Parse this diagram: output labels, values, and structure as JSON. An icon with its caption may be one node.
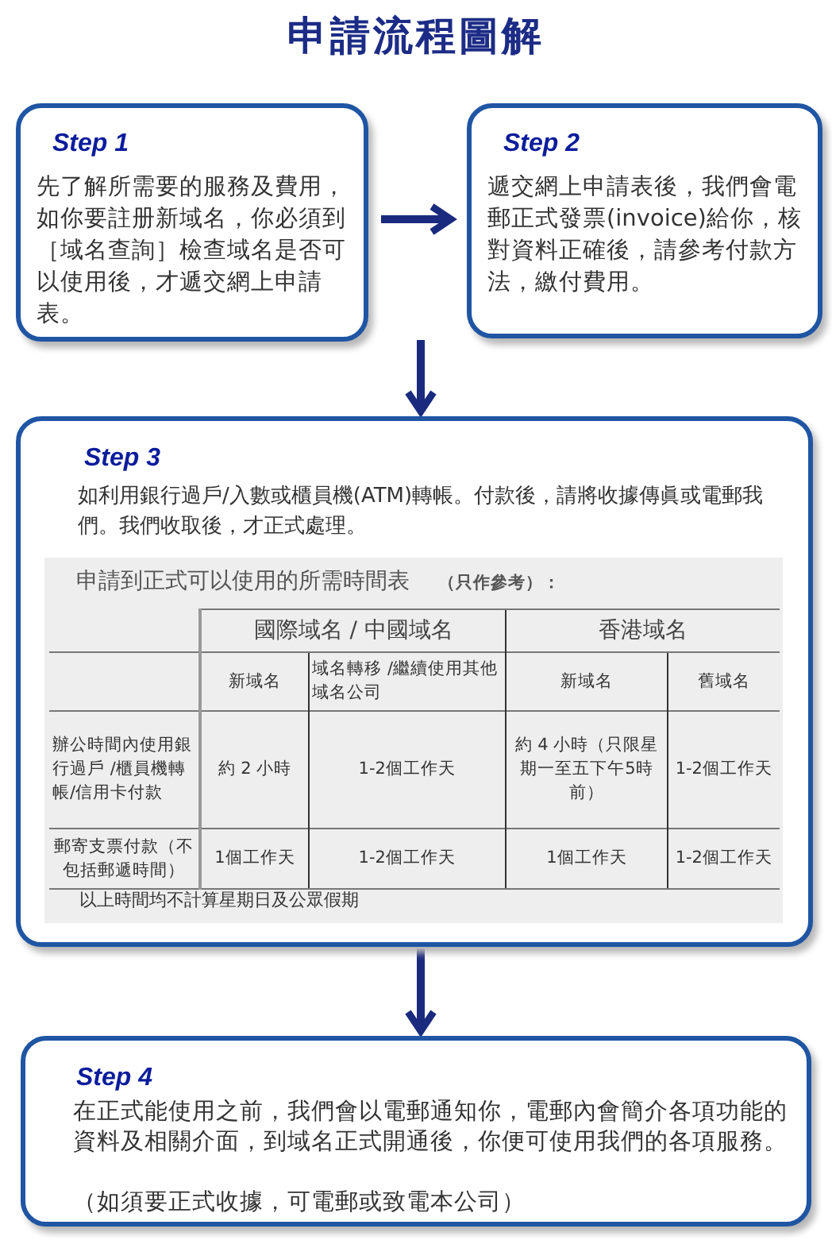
{
  "diagram": {
    "title": "申請流程圖解",
    "nodes": [
      {
        "text": [
          "Step 1",
          "先了解所需要的服務及費用，如你要註册新域名，你必須到［域名查詢］檢查域名是否可以使用後，才遞交網上申請表。"
        ]
      },
      {
        "text": [
          "Step 2",
          "遞交網上申請表後，我們會電郵正式發票(invoice)給你，核對資料正確後，請參考付款方法，繳付費用。"
        ]
      },
      {
        "text": [
          "Step 3",
          "如利用銀行過戶/入數或櫃員機(ATM)轉帳。付款後，請將收據傳眞或電郵我們。我們收取後，才正式處理。"
        ]
      },
      {
        "text": [
          "Step 4",
          "在正式能使用之前，我們會以電郵通知你，電郵內會簡介各項功能的資料及相關介面，到域名正式開通後，你便可使用我們的各項服務。",
          "（如須要正式收據，可電郵或致電本公司）"
        ]
      }
    ],
    "edges": [
      {
        "from": 0,
        "to": 1,
        "arrow": "to"
      },
      {
        "from": 1,
        "to": 2,
        "arrow": "to"
      },
      {
        "from": 2,
        "to": 3,
        "arrow": "to"
      }
    ],
    "labels": [
      "申請到正式可以使用的所需時間表",
      "（只作參考）：",
      "國際域名 / 中國域名",
      "香港域名",
      "新域名",
      "域名轉移 /繼續使用其他域名公司",
      "新域名",
      "舊域名",
      "辦公時間內使用銀行過戶 /櫃員機轉帳/信用卡付款",
      "約 2 小時",
      "1-2個工作天",
      "約 4 小時（只限星期一至五下午5時前）",
      "1-2個工作天",
      "郵寄支票付款（不包括郵遞時間）",
      "1個工作天",
      "1-2個工作天",
      "1個工作天",
      "1-2個工作天",
      "以上時間均不計算星期日及公眾假期"
    ]
  }
}
